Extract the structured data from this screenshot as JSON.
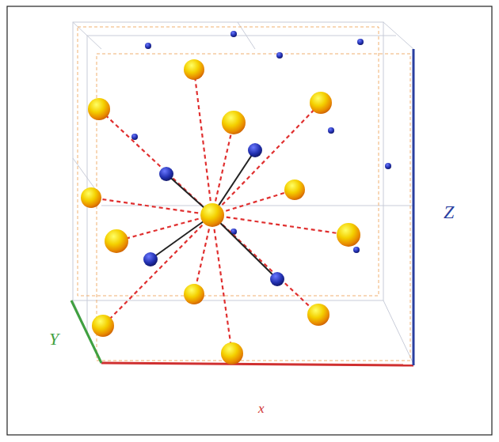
{
  "diagram": {
    "labels": [
      "Y",
      "Z",
      "x"
    ]
  }
}
